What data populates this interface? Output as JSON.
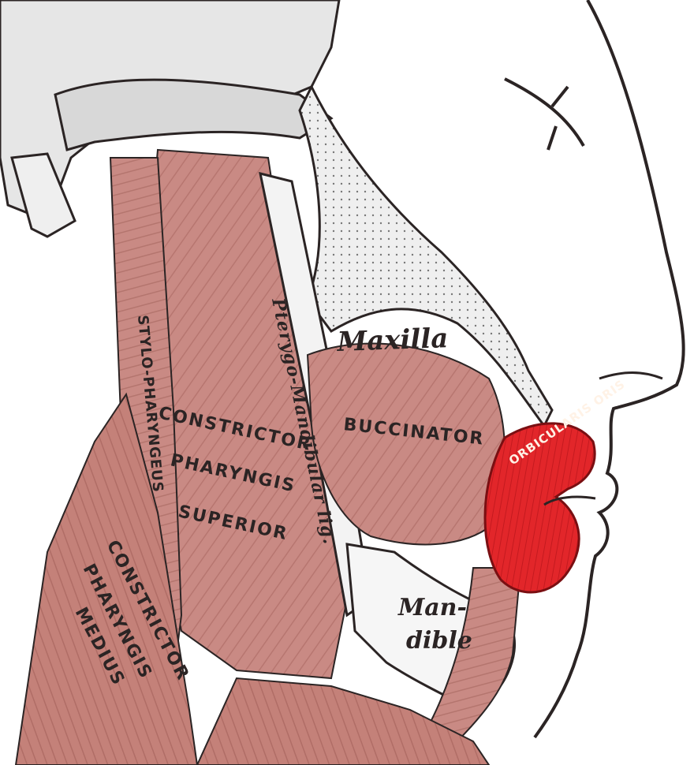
{
  "labels": {
    "maxilla": "Maxilla",
    "buccinator": "BUCCINATOR",
    "orbicularis_oris": "ORBICULARIS ORIS",
    "mandible_line1": "Man-",
    "mandible_line2": "dible",
    "constrictor_superior_line1": "CONSTRICTOR",
    "constrictor_superior_line2": "PHARYNGIS",
    "constrictor_superior_line3": "SUPERIOR",
    "stylo_pharyngeus": "STYLO-PHARYNGEUS",
    "pterygo_mandibular": "Pterygo-Mandibular lig.",
    "constrictor_medius_line1": "CONSTRICTOR",
    "constrictor_medius_line2": "PHARYNGIS",
    "constrictor_medius_line3": "MEDIUS"
  },
  "colors": {
    "muscle": "#c98a84",
    "muscle_dark": "#a8665f",
    "orbicularis": "#e2262a",
    "bone": "#f0f0f0",
    "outline": "#2b2424"
  }
}
